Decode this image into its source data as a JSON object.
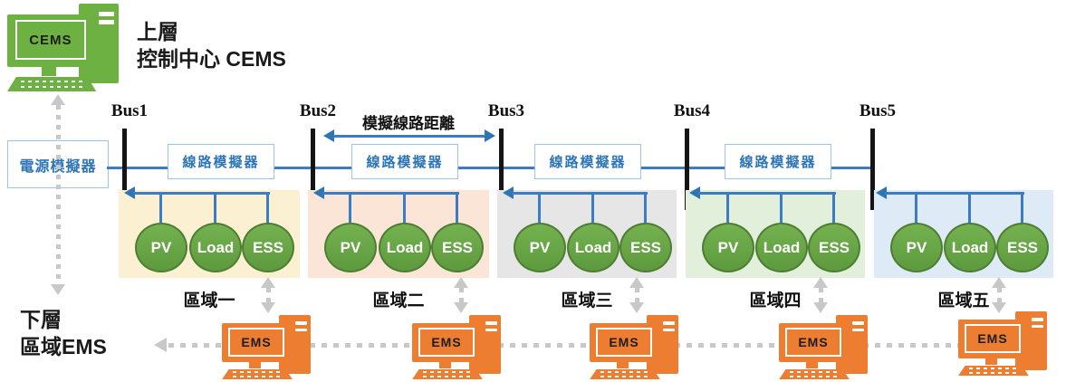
{
  "header": {
    "top_label": "上層",
    "top_sublabel": "控制中心 CEMS"
  },
  "footer": {
    "bottom_label": "下層",
    "bottom_sublabel": "區域EMS"
  },
  "cems": {
    "label": "CEMS"
  },
  "power_simulator": {
    "label": "電源模擬器"
  },
  "line_distance_label": "模擬線路距離",
  "buses": [
    "Bus1",
    "Bus2",
    "Bus3",
    "Bus4",
    "Bus5"
  ],
  "line_simulators": [
    {
      "label": "線路模擬器"
    },
    {
      "label": "線路模擬器"
    },
    {
      "label": "線路模擬器"
    },
    {
      "label": "線路模擬器"
    }
  ],
  "zones": [
    {
      "name": "區域一",
      "color": "#FCF0D2",
      "nodes": [
        "PV",
        "Load",
        "ESS"
      ]
    },
    {
      "name": "區域二",
      "color": "#FBE5D6",
      "nodes": [
        "PV",
        "Load",
        "ESS"
      ]
    },
    {
      "name": "區域三",
      "color": "#E7E6E6",
      "nodes": [
        "PV",
        "Load",
        "ESS"
      ]
    },
    {
      "name": "區域四",
      "color": "#E2EFDA",
      "nodes": [
        "PV",
        "Load",
        "ESS"
      ]
    },
    {
      "name": "區域五",
      "color": "#DEEBF7",
      "nodes": [
        "PV",
        "Load",
        "ESS"
      ]
    }
  ],
  "ems_units": [
    {
      "label": "EMS"
    },
    {
      "label": "EMS"
    },
    {
      "label": "EMS"
    },
    {
      "label": "EMS"
    },
    {
      "label": "EMS"
    }
  ],
  "colors": {
    "bus_line": "#3b7cc4",
    "bus_bar": "#151515",
    "box_border": "#9DC3E6",
    "box_text": "#2E75B6",
    "node_fill": "#68A546",
    "node_border": "#4E7E33",
    "node_text": "#FFFFFF",
    "cems_green": "#6CB142",
    "ems_orange": "#ED7D31",
    "dotted_gray": "#C8C8C8",
    "zone1_bg": "#FCF0D2",
    "zone2_bg": "#FBE5D6",
    "zone3_bg": "#E7E6E6",
    "zone4_bg": "#E2EFDA",
    "zone5_bg": "#DEEBF7"
  }
}
